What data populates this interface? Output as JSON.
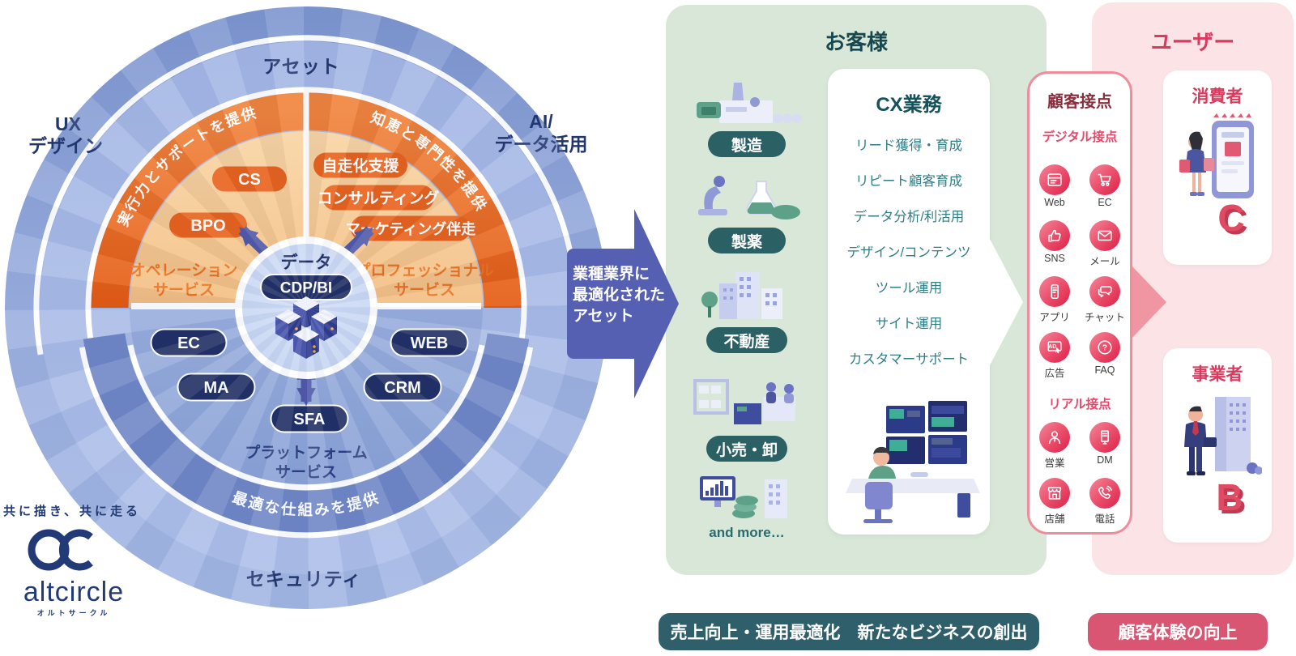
{
  "brand": {
    "tagline": "共に描き、共に走る",
    "logo_text": "altcircle",
    "logo_kana": "オルトサークル"
  },
  "colors": {
    "navy_text": "#21366f",
    "blue_outer_ring": "#8ea6d8",
    "blue_inner_band": "#a9bce6",
    "blue_dark_band": "#6f86c6",
    "orange_ring": "#e8611a",
    "purple_arrow": "#4f58a8",
    "transfer_arrow": "#5560b2",
    "green_panel": "#d8e7d8",
    "teal_title": "#17474f",
    "teal_item": "#2f7e86",
    "industry_pill": "#2b6065",
    "pink_panel": "#fbe3e6",
    "crimson": "#d93a5e",
    "touchpoint_border": "#f18d9a",
    "touchpoint_icon_red": "#de1f48",
    "badge_teal": "#2f5f6a",
    "badge_pink": "#d95672"
  },
  "circle": {
    "ring_labels": {
      "top": "アセット",
      "bottom": "セキュリティ",
      "left_line1": "UX",
      "left_line2": "デザイン",
      "right_line1": "AI/",
      "right_line2": "データ活用"
    },
    "arc_texts": {
      "left": "実行力とサポートを提供",
      "right": "知恵と専門性を提供",
      "bottom": "最適な仕組みを提供"
    },
    "operation_pills": [
      "CS",
      "BPO"
    ],
    "professional_pills": [
      "自走化支援",
      "コンサルティング",
      "マーケティング伴走"
    ],
    "sections": {
      "operation_line1": "オペレーション",
      "operation_line2": "サービス",
      "professional_line1": "プロフェッショナル",
      "professional_line2": "サービス",
      "platform_line1": "プラットフォーム",
      "platform_line2": "サービス"
    },
    "platform_pills": [
      "EC",
      "MA",
      "WEB",
      "CRM",
      "SFA"
    ],
    "center": {
      "label": "データ",
      "pill": "CDP/BI"
    }
  },
  "transfer_arrow": {
    "line1": "業種業界に",
    "line2": "最適化された",
    "line3": "アセット"
  },
  "customers": {
    "title": "お客様",
    "industries": [
      {
        "label": "製造",
        "icon": "factory-icon"
      },
      {
        "label": "製薬",
        "icon": "pharma-icon"
      },
      {
        "label": "不動産",
        "icon": "realestate-icon"
      },
      {
        "label": "小売・卸",
        "icon": "retail-icon"
      }
    ],
    "more_label": "and more…",
    "cx_card": {
      "title": "CX業務",
      "items": [
        "リード獲得・育成",
        "リピート顧客育成",
        "データ分析/利活用",
        "デザイン/コンテンツ",
        "ツール運用",
        "サイト運用",
        "カスタマーサポート"
      ]
    }
  },
  "touchpoints": {
    "title": "顧客接点",
    "digital": {
      "title": "デジタル接点",
      "items": [
        {
          "label": "Web",
          "icon": "browser-icon"
        },
        {
          "label": "EC",
          "icon": "cart-icon"
        },
        {
          "label": "SNS",
          "icon": "thumbs-up-icon"
        },
        {
          "label": "メール",
          "icon": "mail-icon"
        },
        {
          "label": "アプリ",
          "icon": "smartphone-icon"
        },
        {
          "label": "チャット",
          "icon": "chat-icon"
        },
        {
          "label": "広告",
          "icon": "ad-icon"
        },
        {
          "label": "FAQ",
          "icon": "faq-icon"
        }
      ]
    },
    "real": {
      "title": "リアル接点",
      "items": [
        {
          "label": "営業",
          "icon": "salesperson-icon"
        },
        {
          "label": "DM",
          "icon": "direct-mail-icon"
        },
        {
          "label": "店舗",
          "icon": "store-icon"
        },
        {
          "label": "電話",
          "icon": "phone-icon"
        }
      ]
    }
  },
  "users": {
    "title": "ユーザー",
    "consumer": {
      "title": "消費者"
    },
    "business": {
      "title": "事業者"
    }
  },
  "outcomes": {
    "customer_side": "売上向上・運用最適化　新たなビジネスの創出",
    "user_side": "顧客体験の向上"
  }
}
